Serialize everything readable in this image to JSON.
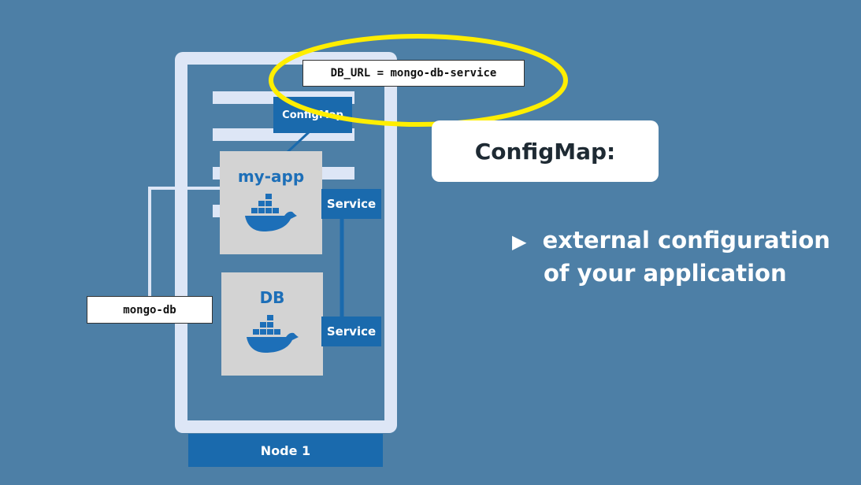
{
  "diagram": {
    "configmap_label": "ConfigMap",
    "db_url_label": "DB_URL = mongo-db-service",
    "my_app_label": "my-app",
    "db_label": "DB",
    "service_top_label": "Service",
    "service_bottom_label": "Service",
    "mongo_label": "mongo-db",
    "node_label": "Node 1"
  },
  "slide": {
    "title": "ConfigMap:",
    "bullet_symbol": "▶",
    "bullet_line1": "external configuration",
    "bullet_line2": "of your application"
  },
  "colors": {
    "background": "#4d7fa6",
    "node_frame": "#dde6f6",
    "k8s_blue": "#1a6aad",
    "highlight": "#ffee00",
    "pod": "#d3d3d3"
  },
  "icons": [
    "docker-whale-icon"
  ]
}
